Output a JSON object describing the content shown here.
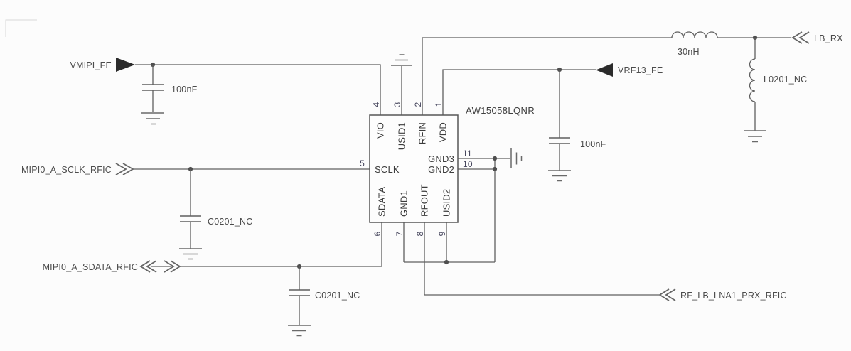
{
  "schematic": {
    "ic": {
      "name": "AW15058LQNR",
      "pins": {
        "p1": {
          "num": "1",
          "name": "VDD"
        },
        "p2": {
          "num": "2",
          "name": "RFIN"
        },
        "p3": {
          "num": "3",
          "name": "USID1"
        },
        "p4": {
          "num": "4",
          "name": "VIO"
        },
        "p5": {
          "num": "5",
          "name": "SCLK"
        },
        "p6": {
          "num": "6",
          "name": "SDATA"
        },
        "p7": {
          "num": "7",
          "name": "GND1"
        },
        "p8": {
          "num": "8",
          "name": "RFOUT"
        },
        "p9": {
          "num": "9",
          "name": "USID2"
        },
        "p10": {
          "num": "10",
          "name": "GND2"
        },
        "p11": {
          "num": "11",
          "name": "GND3"
        }
      }
    },
    "nets": {
      "vmipi_fe": "VMIPI_FE",
      "vrf13_fe": "VRF13_FE",
      "lb_rx": "LB_RX",
      "sclk": "MIPI0_A_SCLK_RFIC",
      "sdata": "MIPI0_A_SDATA_RFIC",
      "rf_out": "RF_LB_LNA1_PRX_RFIC"
    },
    "components": {
      "cap_vmipi": "100nF",
      "cap_vrf13": "100nF",
      "cap_sclk": "C0201_NC",
      "cap_sdata": "C0201_NC",
      "ind_series": "30nH",
      "ind_shunt": "L0201_NC"
    },
    "colors": {
      "wire": "#5f5f5f",
      "label": "#474747",
      "pin_number": "#45455c",
      "triangle": "#2b2b2b",
      "background": "#fcfcfc"
    }
  }
}
